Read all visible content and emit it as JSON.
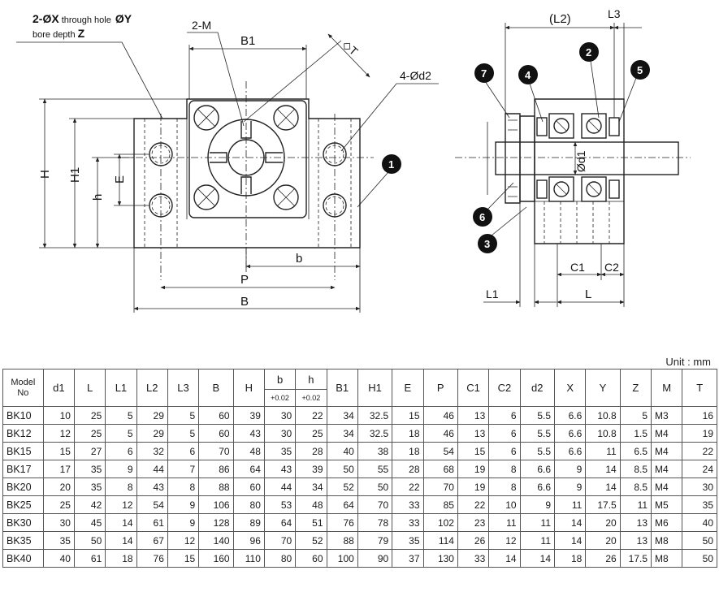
{
  "drawing": {
    "front": {
      "note_line1_a": "2-ØX",
      "note_line1_b": "through hole",
      "note_line1_c": "ØY",
      "note_line2_a": "bore depth",
      "note_line2_b": "Z",
      "label_2m": "2-M",
      "label_b1": "B1",
      "label_t": "◇T",
      "label_4d2": "4-Ød2",
      "label_H": "H",
      "label_H1": "H1",
      "label_h": "h",
      "label_E": "E",
      "label_b": "b",
      "label_P": "P",
      "label_B": "B",
      "callout_1": "1"
    },
    "side": {
      "label_L2": "(L2)",
      "label_L3": "L3",
      "label_d1": "Ød1",
      "label_C1": "C1",
      "label_C2": "C2",
      "label_L1": "L1",
      "label_L": "L",
      "callouts": [
        "2",
        "3",
        "4",
        "5",
        "6",
        "7"
      ]
    }
  },
  "table": {
    "unit": "Unit : mm",
    "headers": {
      "model": "Model",
      "model_sub": "No",
      "d1": "d1",
      "L": "L",
      "L1": "L1",
      "L2": "L2",
      "L3": "L3",
      "B": "B",
      "H": "H",
      "b": "b",
      "b_tol": "+0.02",
      "h": "h",
      "h_tol": "+0.02",
      "B1": "B1",
      "H1": "H1",
      "E": "E",
      "P": "P",
      "C1": "C1",
      "C2": "C2",
      "d2": "d2",
      "X": "X",
      "Y": "Y",
      "Z": "Z",
      "M": "M",
      "T": "T"
    },
    "rows": [
      [
        "BK10",
        "10",
        "25",
        "5",
        "29",
        "5",
        "60",
        "39",
        "30",
        "22",
        "34",
        "32.5",
        "15",
        "46",
        "13",
        "6",
        "5.5",
        "6.6",
        "10.8",
        "5",
        "M3",
        "16"
      ],
      [
        "BK12",
        "12",
        "25",
        "5",
        "29",
        "5",
        "60",
        "43",
        "30",
        "25",
        "34",
        "32.5",
        "18",
        "46",
        "13",
        "6",
        "5.5",
        "6.6",
        "10.8",
        "1.5",
        "M4",
        "19"
      ],
      [
        "BK15",
        "15",
        "27",
        "6",
        "32",
        "6",
        "70",
        "48",
        "35",
        "28",
        "40",
        "38",
        "18",
        "54",
        "15",
        "6",
        "5.5",
        "6.6",
        "11",
        "6.5",
        "M4",
        "22"
      ],
      [
        "BK17",
        "17",
        "35",
        "9",
        "44",
        "7",
        "86",
        "64",
        "43",
        "39",
        "50",
        "55",
        "28",
        "68",
        "19",
        "8",
        "6.6",
        "9",
        "14",
        "8.5",
        "M4",
        "24"
      ],
      [
        "BK20",
        "20",
        "35",
        "8",
        "43",
        "8",
        "88",
        "60",
        "44",
        "34",
        "52",
        "50",
        "22",
        "70",
        "19",
        "8",
        "6.6",
        "9",
        "14",
        "8.5",
        "M4",
        "30"
      ],
      [
        "BK25",
        "25",
        "42",
        "12",
        "54",
        "9",
        "106",
        "80",
        "53",
        "48",
        "64",
        "70",
        "33",
        "85",
        "22",
        "10",
        "9",
        "11",
        "17.5",
        "11",
        "M5",
        "35"
      ],
      [
        "BK30",
        "30",
        "45",
        "14",
        "61",
        "9",
        "128",
        "89",
        "64",
        "51",
        "76",
        "78",
        "33",
        "102",
        "23",
        "11",
        "11",
        "14",
        "20",
        "13",
        "M6",
        "40"
      ],
      [
        "BK35",
        "35",
        "50",
        "14",
        "67",
        "12",
        "140",
        "96",
        "70",
        "52",
        "88",
        "79",
        "35",
        "114",
        "26",
        "12",
        "11",
        "14",
        "20",
        "13",
        "M8",
        "50"
      ],
      [
        "BK40",
        "40",
        "61",
        "18",
        "76",
        "15",
        "160",
        "110",
        "80",
        "60",
        "100",
        "90",
        "37",
        "130",
        "33",
        "14",
        "14",
        "18",
        "26",
        "17.5",
        "M8",
        "50"
      ]
    ]
  }
}
